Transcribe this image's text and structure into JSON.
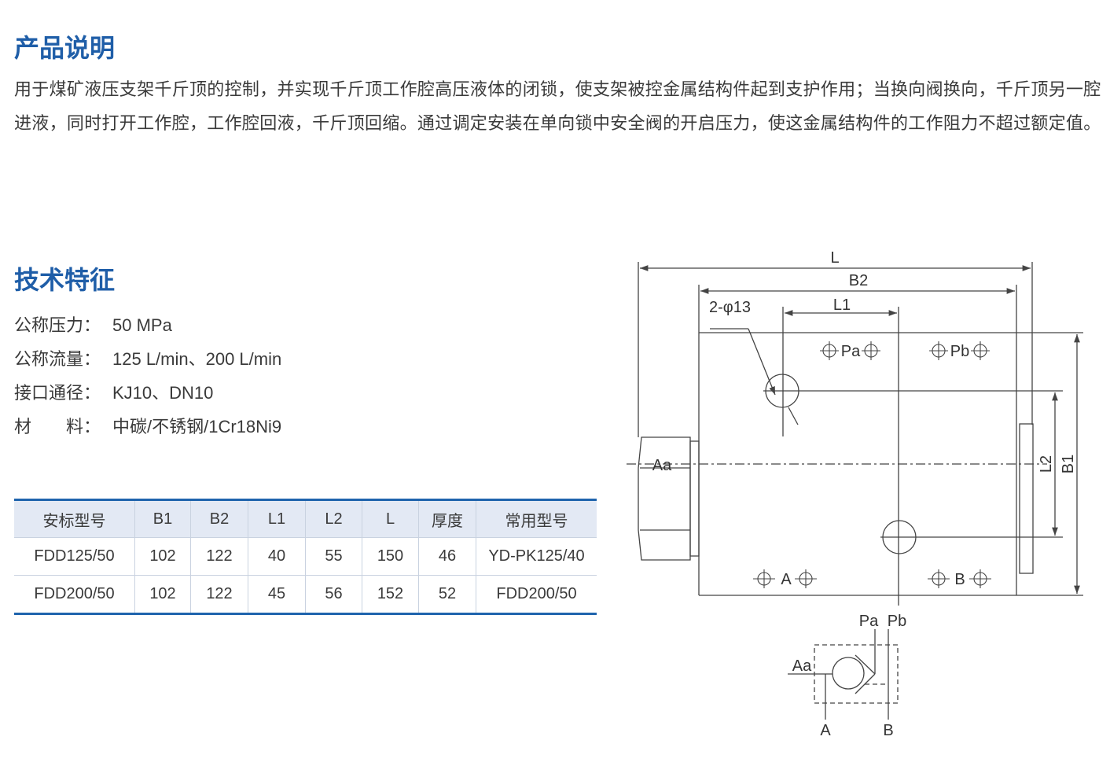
{
  "intro": {
    "title": "产品说明",
    "text": "用于煤矿液压支架千斤顶的控制，并实现千斤顶工作腔高压液体的闭锁，使支架被控金属结构件起到支护作用；当换向阀换向，千斤顶另一腔进液，同时打开工作腔，工作腔回液，千斤顶回缩。通过调定安装在单向锁中安全阀的开启压力，使这金属结构件的工作阻力不超过额定值。"
  },
  "tech": {
    "title": "技术特征",
    "specs": [
      {
        "label": "公称压力：",
        "value": "50 MPa"
      },
      {
        "label": "公称流量：",
        "value": "125 L/min、200 L/min"
      },
      {
        "label": "接口通径：",
        "value": "KJ10、DN10"
      },
      {
        "label": "材　　料：",
        "value": "中碳/不锈钢/1Cr18Ni9"
      }
    ]
  },
  "table": {
    "headers": [
      "安标型号",
      "B1",
      "B2",
      "L1",
      "L2",
      "L",
      "厚度",
      "常用型号"
    ],
    "rows": [
      [
        "FDD125/50",
        "102",
        "122",
        "40",
        "55",
        "150",
        "46",
        "YD-PK125/40"
      ],
      [
        "FDD200/50",
        "102",
        "122",
        "45",
        "56",
        "152",
        "52",
        "FDD200/50"
      ]
    ]
  },
  "diagram": {
    "L": "L",
    "B2": "B2",
    "L1": "L1",
    "hole": "2-φ13",
    "Pa": "Pa",
    "Pb": "Pb",
    "A": "A",
    "B": "B",
    "Aa": "Aa",
    "L2": "L2",
    "B1": "B1"
  },
  "symbol": {
    "Pa": "Pa",
    "Pb": "Pb",
    "Aa": "Aa",
    "A": "A",
    "B": "B"
  }
}
